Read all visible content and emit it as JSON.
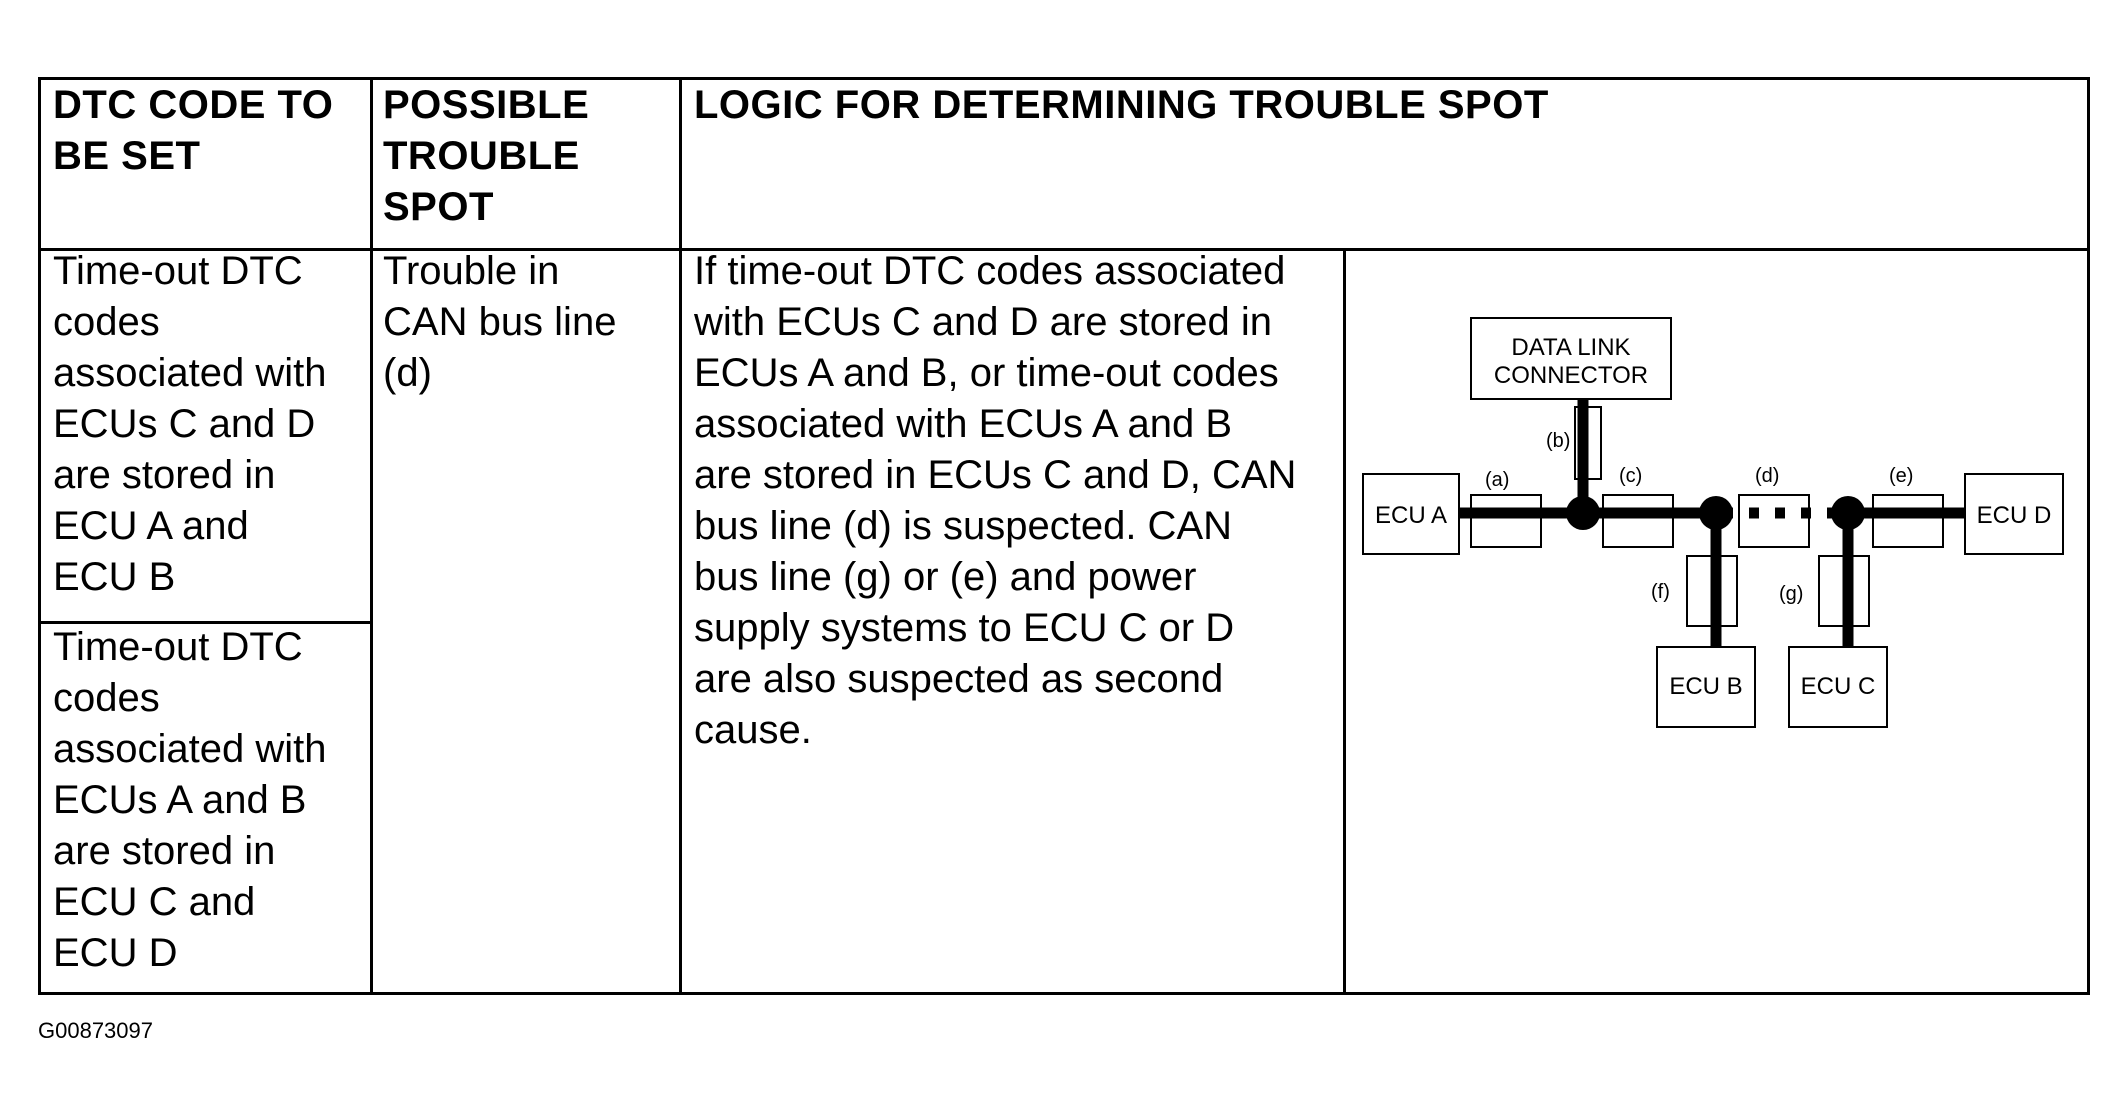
{
  "table": {
    "headers": {
      "dtc": [
        "DTC CODE TO",
        "BE SET"
      ],
      "trouble": [
        "POSSIBLE",
        "TROUBLE",
        "SPOT"
      ],
      "logic": [
        "LOGIC FOR DETERMINING TROUBLE SPOT"
      ]
    },
    "dtc_cells": [
      [
        "Time-out DTC",
        "codes",
        "associated with",
        "ECUs C and D",
        "are stored in",
        "ECU A and",
        "ECU B"
      ],
      [
        "Time-out DTC",
        "codes",
        "associated with",
        "ECUs A and B",
        "are stored in",
        "ECU C and",
        "ECU D"
      ]
    ],
    "trouble_spot": [
      "Trouble in",
      "CAN bus line",
      "(d)"
    ],
    "logic": [
      "If time-out DTC codes associated",
      "with ECUs C and D are stored in",
      "ECUs A and B, or time-out codes",
      "associated with ECUs A and B",
      "are stored in ECUs C and D, CAN",
      "bus line (d) is suspected. CAN",
      "bus line (g) or (e) and power",
      "supply systems to ECU C or D",
      "are also suspected as second",
      "cause."
    ]
  },
  "diagram": {
    "connector": [
      "DATA LINK",
      "CONNECTOR"
    ],
    "ecus": {
      "a": "ECU A",
      "b": "ECU B",
      "c": "ECU C",
      "d": "ECU D"
    },
    "line_labels": {
      "a": "(a)",
      "b": "(b)",
      "c": "(c)",
      "d": "(d)",
      "e": "(e)",
      "f": "(f)",
      "g": "(g)"
    }
  },
  "figure_id": "G00873097"
}
